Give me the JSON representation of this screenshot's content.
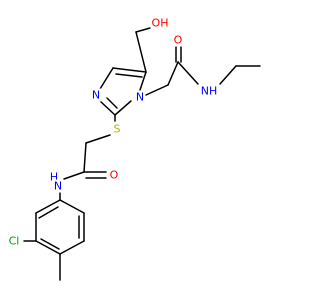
{
  "molecule": {
    "colors": {
      "bond": "#000000",
      "nitrogen": "#0000ff",
      "oxygen": "#ff0000",
      "sulfur": "#b2b200",
      "chlorine": "#00a000",
      "carbon": "#000000"
    },
    "labels": {
      "hydroxyl": "OH",
      "carbonyl_o_upper": "O",
      "amide_nh_upper": "NH",
      "imidazole_n_ring": "N",
      "imidazole_n_substituted": "N",
      "thioether_s": "S",
      "carbonyl_o_lower": "O",
      "amide_nh_lower": "H",
      "amide_n_lower": "N",
      "chloro": "Cl"
    }
  }
}
